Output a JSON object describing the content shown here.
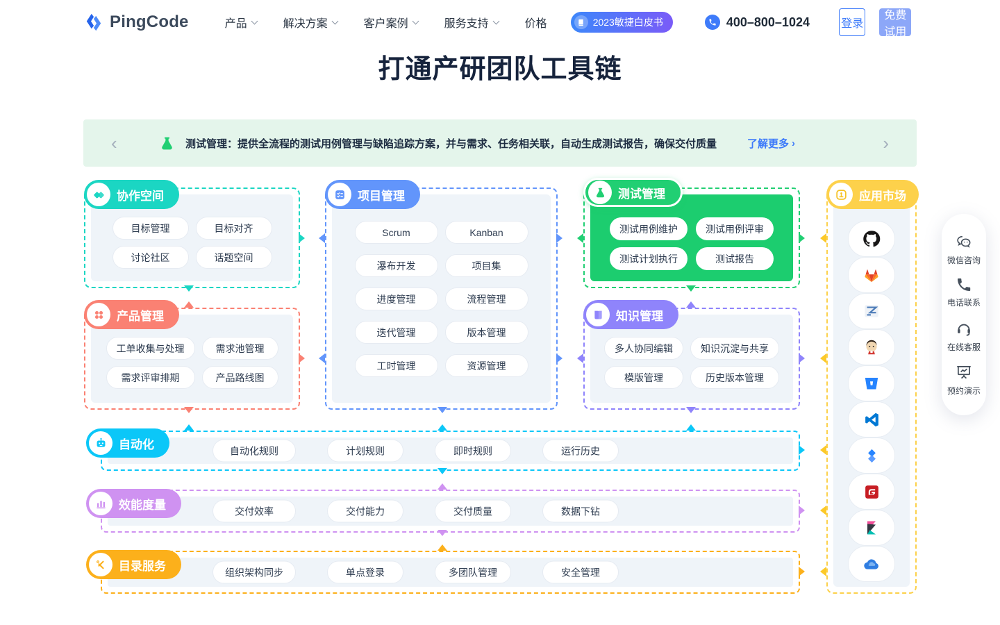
{
  "nav": {
    "logo": "PingCode",
    "items": [
      {
        "label": "产品",
        "dropdown": true
      },
      {
        "label": "解决方案",
        "dropdown": true
      },
      {
        "label": "客户案例",
        "dropdown": true
      },
      {
        "label": "服务支持",
        "dropdown": true
      },
      {
        "label": "价格",
        "dropdown": false
      }
    ],
    "whitepaper": "2023敏捷白皮书",
    "phone": "400–800–1024",
    "login": "登录",
    "trial": "免费试用"
  },
  "hero": {
    "title": "打通产研团队工具链"
  },
  "banner": {
    "message": "测试管理：提供全流程的测试用例管理与缺陷追踪方案，并与需求、任务相关联，自动生成测试报告，确保交付质量",
    "link": "了解更多"
  },
  "modules": {
    "collab": {
      "title": "协作空间",
      "color": "#1bd6c3",
      "items": [
        "目标管理",
        "目标对齐",
        "讨论社区",
        "话题空间"
      ]
    },
    "product": {
      "title": "产品管理",
      "color": "#fa8173",
      "items": [
        "工单收集与处理",
        "需求池管理",
        "需求评审排期",
        "产品路线图"
      ]
    },
    "project": {
      "title": "项目管理",
      "color": "#6295fb",
      "items": [
        "Scrum",
        "Kanban",
        "瀑布开发",
        "项目集",
        "进度管理",
        "流程管理",
        "迭代管理",
        "版本管理",
        "工时管理",
        "资源管理"
      ]
    },
    "test": {
      "title": "测试管理",
      "color": "#21cf73",
      "highlighted": true,
      "items": [
        "测试用例维护",
        "测试用例评审",
        "测试计划执行",
        "测试报告"
      ]
    },
    "knowledge": {
      "title": "知识管理",
      "color": "#8f84fb",
      "items": [
        "多人协同编辑",
        "知识沉淀与共享",
        "模版管理",
        "历史版本管理"
      ]
    },
    "market": {
      "title": "应用市场",
      "color": "#fdd14b",
      "apps": [
        "github",
        "gitlab",
        "zentao",
        "jenkins",
        "bitbucket",
        "vscode",
        "jira",
        "gitee",
        "kibana",
        "cloud"
      ]
    },
    "automation": {
      "title": "自动化",
      "color": "#0bc7f8",
      "items": [
        "自动化规则",
        "计划规则",
        "即时规则",
        "运行历史"
      ]
    },
    "metrics": {
      "title": "效能度量",
      "color": "#cf92f1",
      "items": [
        "交付效率",
        "交付能力",
        "交付质量",
        "数据下钻"
      ]
    },
    "directory": {
      "title": "目录服务",
      "color": "#fcb01b",
      "items": [
        "组织架构同步",
        "单点登录",
        "多团队管理",
        "安全管理"
      ]
    }
  },
  "floating": {
    "items": [
      {
        "label": "微信咨询",
        "icon": "wechat-icon"
      },
      {
        "label": "电话联系",
        "icon": "phone-icon"
      },
      {
        "label": "在线客服",
        "icon": "headset-icon"
      },
      {
        "label": "预约演示",
        "icon": "demo-icon"
      }
    ]
  }
}
